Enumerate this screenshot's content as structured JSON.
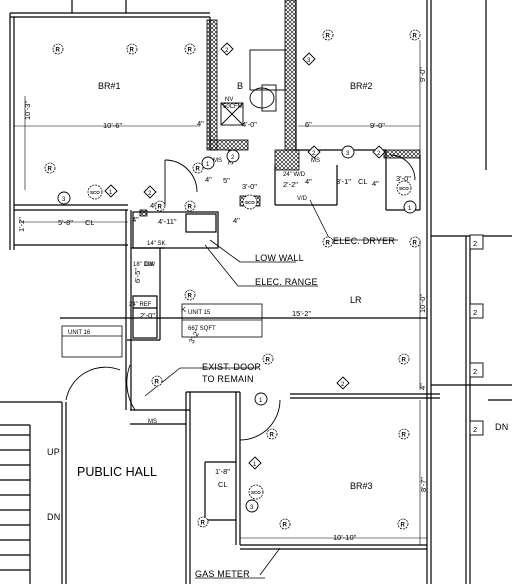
{
  "rooms": {
    "br1": "BR#1",
    "br2": "BR#2",
    "br3": "BR#3",
    "lr": "LR",
    "bath": "B",
    "public_hall": "PUBLIC HALL"
  },
  "dimensions": {
    "br1_width": "10'-6\"",
    "br1_depth": "10'-3\"",
    "br2_width": "9'-0\"",
    "br2_depth": "9'-0\"",
    "closet1": "5'-8\"",
    "closet1_cl": "CL",
    "kitchen_top": "4'-11\"",
    "kitchen_side": "6'-5\"",
    "kitchen_front": "2'-0\"",
    "kitchen_4a": "4\"",
    "lr_width": "15'-2\"",
    "lr_depth": "10'-0\"",
    "bath_4": "4'-0\"",
    "bath_6": "6\"",
    "bath_3": "3'-0\"",
    "hall_30": "3'-0\"",
    "hall_5": "5\"",
    "hall_4": "4\"",
    "wd_22": "2'-2\"",
    "wd_4": "4\"",
    "cl2": "3'-1\"",
    "cl2_cl": "CL",
    "cl3": "3'-0\"",
    "cl3_cl": "CL",
    "br3_width": "10'-10\"",
    "br3_depth": "8'-7\"",
    "br3_cl": "1'-8\"",
    "br3_cl_label": "CL",
    "door_32": "3'-2\"",
    "misc_4a": "4\"",
    "misc_4b": "4\"",
    "misc_4c": "4\"",
    "misc_4d": "4\"",
    "misc_12": "1'-2\"",
    "misc_4e": "4'-0\""
  },
  "appliances": {
    "wd": "24\" W/D",
    "wd_vd": "V/D",
    "sink": "14\" SK",
    "dw": "18\" DW",
    "ref": "24\" REF",
    "dw_label": "DW",
    "nv": "NV",
    "nv_cfm": "50CFM"
  },
  "labels": {
    "elec_dryer": "ELEC. DRYER",
    "low_wall": "LOW WALL",
    "elec_range": "ELEC. RANGE",
    "exist_door_1": "EXIST. DOOR",
    "exist_door_2": "TO REMAIN",
    "gas_meter": "GAS METER",
    "unit_15": "UNIT 15",
    "unit_15_area": "667 SQFT",
    "unit_16": "UNIT 16",
    "up": "UP",
    "dn_left": "DN",
    "dn_right": "DN",
    "ms1": "MS",
    "ms2": "MS",
    "ms3": "MS",
    "k": "K"
  },
  "tags": {
    "t1a": "1",
    "t1b": "1",
    "t1c": "1",
    "t1d": "1",
    "t2a": "2",
    "t2b": "2",
    "t2c": "2",
    "t2d": "2",
    "t2e": "2",
    "t2f": "2",
    "t3a": "3",
    "t3b": "3",
    "t3c": "3",
    "t3d": "3",
    "side_2a": "2",
    "side_2b": "2",
    "side_2c": "2",
    "side_2d": "2",
    "tri_1a": "1",
    "tri_1b": "1",
    "tri_1c": "1",
    "tri_2": "2",
    "tri_3": "3",
    "tri_d": "2"
  },
  "fixtures": {
    "r_symbol": "R",
    "sco_symbol": "SCO"
  }
}
